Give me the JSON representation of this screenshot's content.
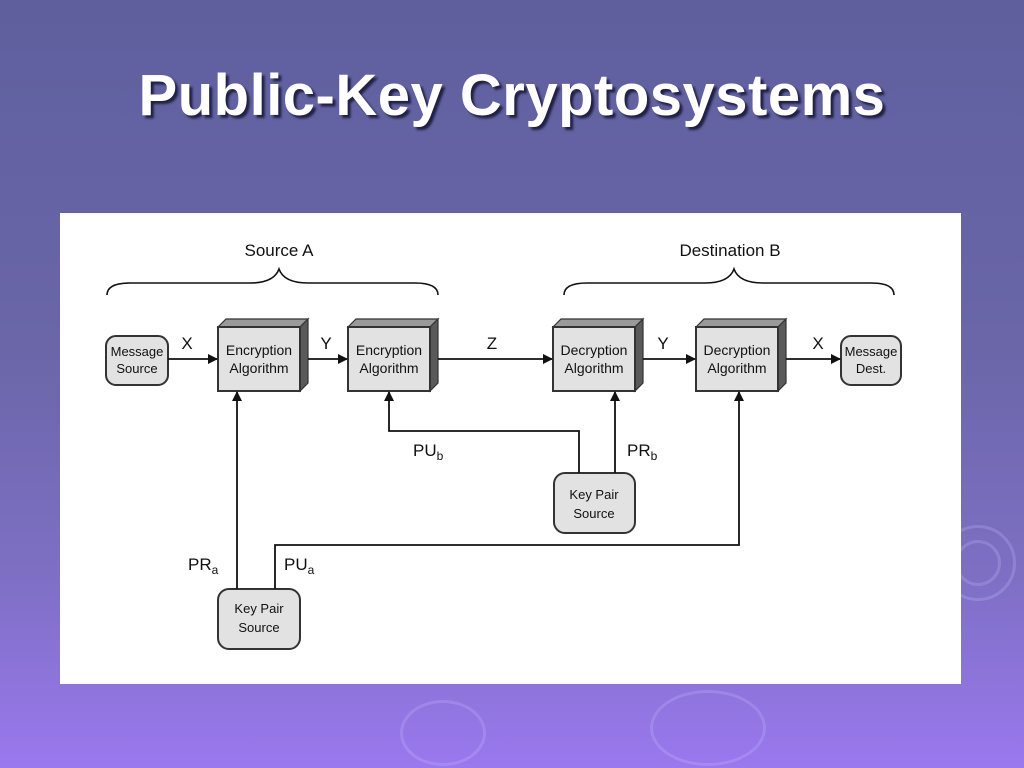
{
  "title": "Public-Key Cryptosystems",
  "diagram": {
    "group_source": "Source A",
    "group_destination": "Destination B",
    "message_source": [
      "Message",
      "Source"
    ],
    "encryption_1": [
      "Encryption",
      "Algorithm"
    ],
    "encryption_2": [
      "Encryption",
      "Algorithm"
    ],
    "decryption_1": [
      "Decryption",
      "Algorithm"
    ],
    "decryption_2": [
      "Decryption",
      "Algorithm"
    ],
    "message_dest": [
      "Message",
      "Dest."
    ],
    "key_pair_source_b": [
      "Key Pair",
      "Source"
    ],
    "key_pair_source_a": [
      "Key Pair",
      "Source"
    ],
    "arrow_x_in": "X",
    "arrow_y_1": "Y",
    "arrow_z": "Z",
    "arrow_y_2": "Y",
    "arrow_x_out": "X",
    "key_pu": "PU",
    "key_pr": "PR",
    "sub_b": "b",
    "sub_a": "a"
  },
  "colors": {
    "box_fill": "#e2e2e2",
    "box_edge": "#333333",
    "text": "#111111"
  }
}
